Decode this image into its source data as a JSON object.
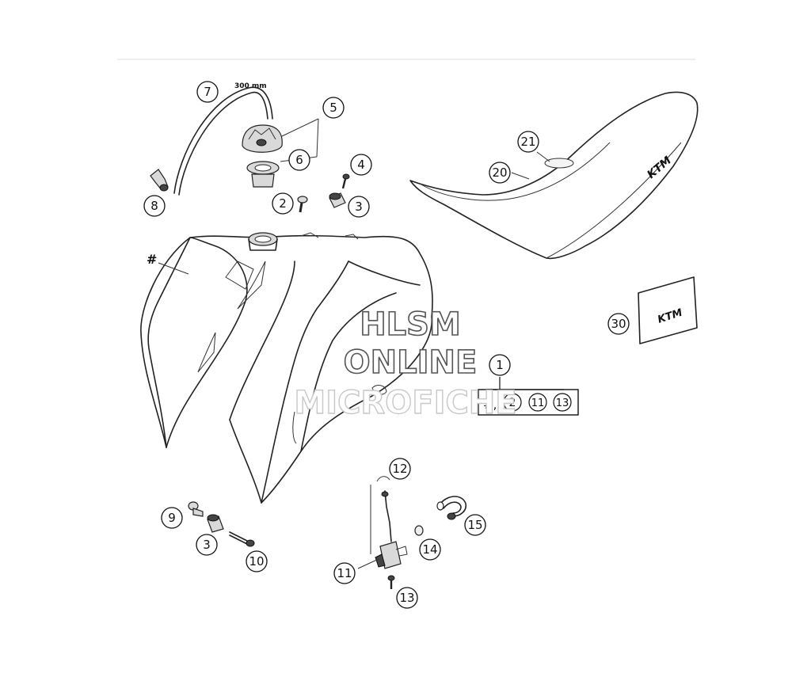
{
  "diagram": {
    "hose_length_label": "300 mm",
    "tank_marker": "#",
    "kit_box": {
      "title_number": "1",
      "prefix": "#,",
      "items": [
        "2",
        "11",
        "13"
      ]
    },
    "callouts": [
      {
        "id": "c7",
        "number": "7"
      },
      {
        "id": "c5",
        "number": "5"
      },
      {
        "id": "c6",
        "number": "6"
      },
      {
        "id": "c4",
        "number": "4"
      },
      {
        "id": "c2",
        "number": "2"
      },
      {
        "id": "c3a",
        "number": "3"
      },
      {
        "id": "c8",
        "number": "8"
      },
      {
        "id": "c21",
        "number": "21"
      },
      {
        "id": "c20",
        "number": "20"
      },
      {
        "id": "c30",
        "number": "30"
      },
      {
        "id": "c12",
        "number": "12"
      },
      {
        "id": "c9",
        "number": "9"
      },
      {
        "id": "c3b",
        "number": "3"
      },
      {
        "id": "c10",
        "number": "10"
      },
      {
        "id": "c15",
        "number": "15"
      },
      {
        "id": "c14",
        "number": "14"
      },
      {
        "id": "c11",
        "number": "11"
      },
      {
        "id": "c13",
        "number": "13"
      }
    ],
    "logo_text": "KTM"
  },
  "watermark": {
    "line1": "HLSM",
    "line2": "ONLINE",
    "line3": "MICROFICHE"
  }
}
